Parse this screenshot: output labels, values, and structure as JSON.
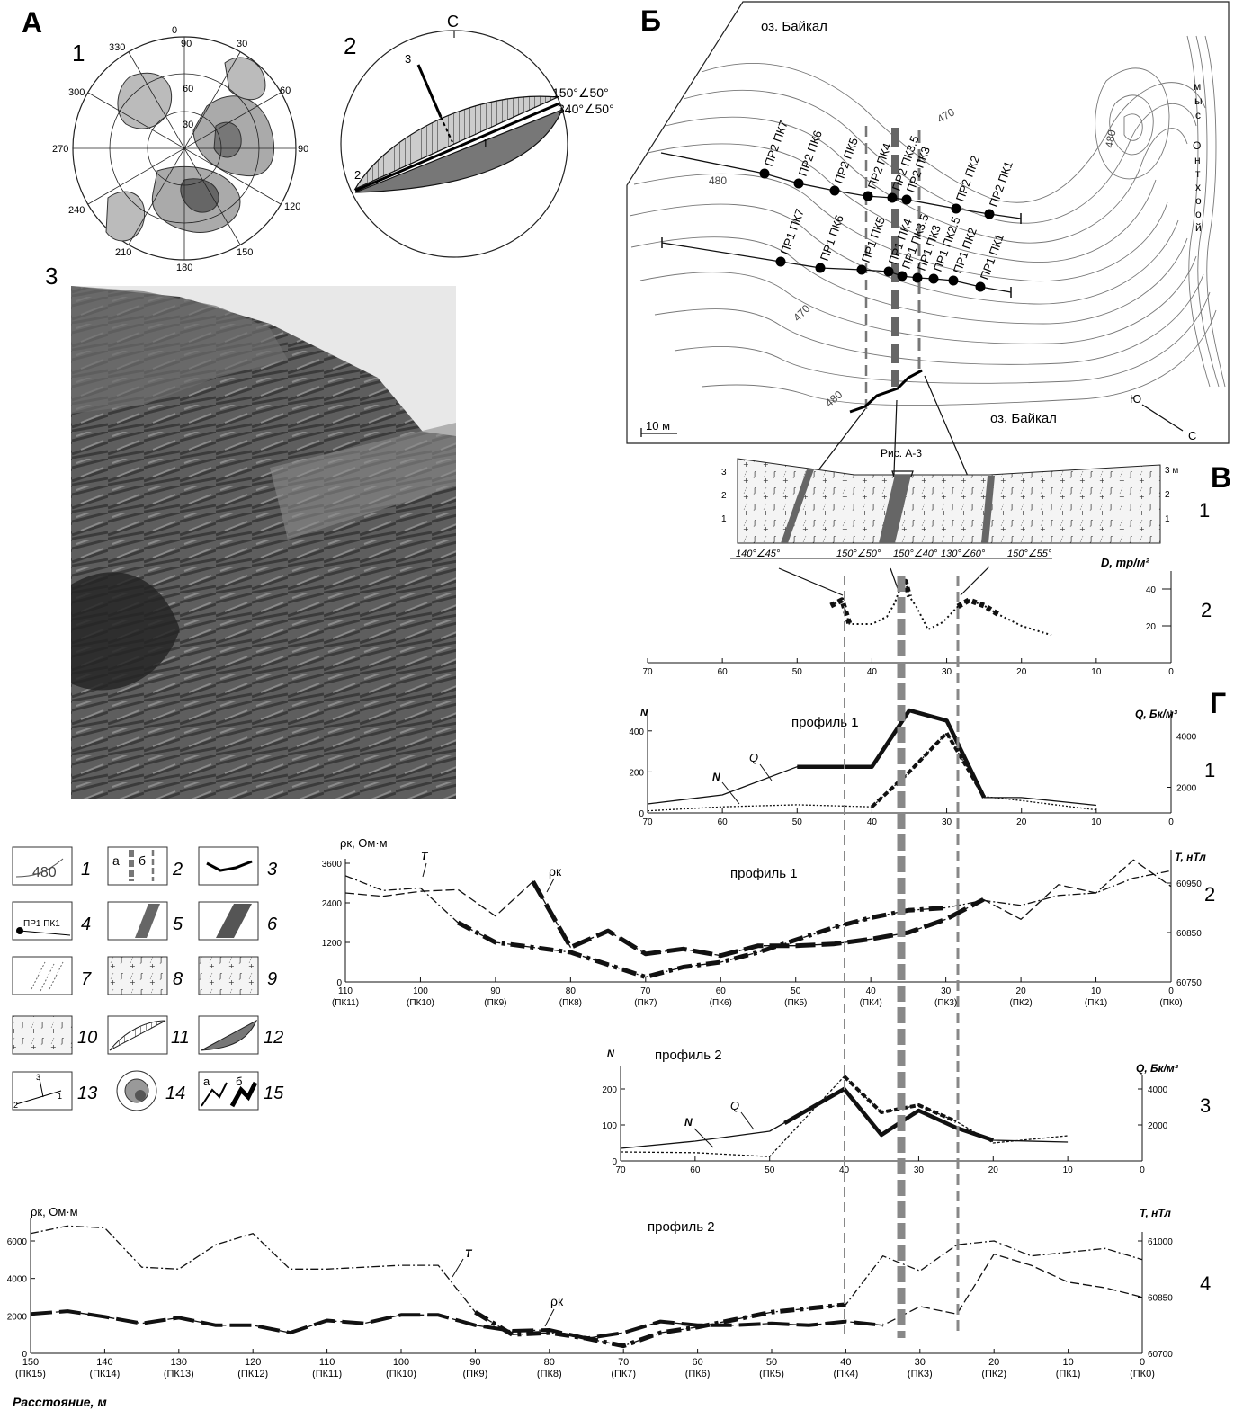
{
  "panel_letters": {
    "a": "А",
    "b": "Б",
    "v": "В",
    "g": "Г"
  },
  "sub_numbers": {
    "n1": "1",
    "n2": "2",
    "n3": "3",
    "n4": "4"
  },
  "rose": {
    "azimuths": [
      "0",
      "30",
      "60",
      "90",
      "120",
      "150",
      "180",
      "210",
      "240",
      "270",
      "300",
      "330"
    ],
    "dips": [
      "90",
      "60",
      "30"
    ]
  },
  "stereo": {
    "north": "С",
    "plane1": "150°∠50°",
    "plane2": "340°∠50°",
    "labels": [
      "1",
      "2",
      "3"
    ]
  },
  "map": {
    "lake_top": "оз. Байкал",
    "lake_bottom": "оз. Байкал",
    "cape": [
      "м",
      "ы",
      "с",
      "",
      "О",
      "н",
      "т",
      "х",
      "о",
      "о",
      "й"
    ],
    "contours": [
      "470",
      "480",
      "480",
      "470",
      "480"
    ],
    "scale": "10 м",
    "dir_s": "Ю",
    "dir_n": "С",
    "profile2_points": [
      "ПР2 ПК7",
      "ПР2 ПК6",
      "ПР2 ПК5",
      "ПР2 ПК4",
      "ПР2 ПК3.5",
      "ПР2 ПК3",
      "ПР2 ПК2",
      "ПР2 ПК1"
    ],
    "profile1_points": [
      "ПР1 ПК7",
      "ПР1 ПК6",
      "ПР1 ПК5",
      "ПР1 ПК4",
      "ПР1 ПК3.5",
      "ПР1 ПК3",
      "ПР1 ПК2.5",
      "ПР1 ПК2",
      "ПР1 ПК1"
    ]
  },
  "section": {
    "fig_ref": "Рис. А-3",
    "left_ticks": [
      "3",
      "2",
      "1"
    ],
    "right_ticks": [
      "3 м",
      "2",
      "1"
    ],
    "attitudes": [
      "140°∠45°",
      "150°∠50°",
      "150°∠40°",
      "130°∠60°",
      "150°∠55°"
    ]
  },
  "chart_data": [
    {
      "id": "V2",
      "type": "line",
      "ylabel": "D, тр/м²",
      "x_ticks": [
        "70",
        "60",
        "50",
        "40",
        "30",
        "20",
        "10",
        "0"
      ],
      "y_ticks": [
        "20",
        "40"
      ],
      "xlim": [
        70,
        0
      ],
      "ylim": [
        0,
        48
      ],
      "series": [
        {
          "x": [
            45.5,
            44,
            43,
            40,
            38,
            37,
            36.3,
            35.5,
            35,
            34,
            32.5,
            30.5,
            28.5,
            27,
            25,
            23,
            20,
            16
          ],
          "y": [
            31,
            34,
            21,
            21,
            25,
            32,
            39.5,
            44,
            36,
            30,
            18,
            22,
            30.5,
            34,
            31,
            26,
            20,
            15
          ]
        }
      ]
    },
    {
      "id": "G1",
      "type": "line",
      "title": "профиль 1",
      "ylabel_left": "N",
      "ylabel_right": "Q, Бк/м³",
      "x_ticks": [
        "70",
        "60",
        "50",
        "40",
        "30",
        "20",
        "10",
        "0"
      ],
      "yleft_ticks": [
        "0",
        "200",
        "400"
      ],
      "yright_ticks": [
        "2000",
        "4000"
      ],
      "xlim": [
        70,
        0
      ],
      "ylim": [
        0,
        500
      ],
      "y2lim": [
        1000,
        5000
      ],
      "series": [
        {
          "name": "Q",
          "x": [
            70,
            60,
            50,
            45,
            40,
            35,
            30,
            25,
            20,
            10
          ],
          "y": [
            1350,
            1700,
            2800,
            2800,
            2800,
            5000,
            4600,
            1600,
            1600,
            1300
          ]
        },
        {
          "name": "N",
          "x": [
            70,
            60,
            50,
            40,
            35,
            30,
            25,
            20,
            10
          ],
          "y": [
            10,
            30,
            40,
            30,
            200,
            390,
            80,
            60,
            15
          ]
        }
      ]
    },
    {
      "id": "G2",
      "type": "line",
      "title": "профиль 1",
      "ylabel_left": "ρк, Ом·м",
      "ylabel_right": "T, нТл",
      "x_ticks": [
        "110",
        "100",
        "90",
        "80",
        "70",
        "60",
        "50",
        "40",
        "30",
        "20",
        "10",
        "0"
      ],
      "x_ticks2": [
        "(ПК11)",
        "(ПК10)",
        "(ПК9)",
        "(ПК8)",
        "(ПК7)",
        "(ПК6)",
        "(ПК5)",
        "(ПК4)",
        "(ПК3)",
        "(ПК2)",
        "(ПК1)",
        "(ПК0)"
      ],
      "yleft_ticks": [
        "0",
        "1200",
        "2400",
        "3600"
      ],
      "yright_ticks": [
        "60750",
        "60850",
        "60950"
      ],
      "xlim": [
        110,
        0
      ],
      "ylim": [
        0,
        3600
      ],
      "y2lim": [
        60750,
        60990
      ],
      "series": [
        {
          "name": "T",
          "x": [
            110,
            105,
            100,
            95,
            90,
            80,
            70,
            65,
            60,
            55,
            50,
            45,
            40,
            35,
            30,
            25,
            20,
            15,
            10,
            5,
            0
          ],
          "y": [
            60965,
            60935,
            60940,
            60870,
            60830,
            60810,
            60760,
            60780,
            60790,
            60810,
            60835,
            60860,
            60880,
            60895,
            60900,
            60915,
            60905,
            60925,
            60930,
            60960,
            60975
          ]
        },
        {
          "name": "ρк",
          "x": [
            110,
            105,
            100,
            95,
            90,
            85,
            80,
            75,
            70,
            65,
            60,
            55,
            50,
            45,
            40,
            35,
            30,
            25,
            20,
            15,
            10,
            5,
            0
          ],
          "y": [
            2700,
            2600,
            2750,
            2800,
            2000,
            3050,
            1050,
            1550,
            850,
            1000,
            800,
            1100,
            1100,
            1150,
            1300,
            1500,
            1900,
            2500,
            1900,
            2950,
            2700,
            3700,
            2900
          ]
        }
      ]
    },
    {
      "id": "G3",
      "type": "line",
      "title": "профиль 2",
      "ylabel_left": "N",
      "ylabel_right": "Q, Бк/м³",
      "x_ticks": [
        "70",
        "60",
        "50",
        "40",
        "30",
        "20",
        "10",
        "0"
      ],
      "yleft_ticks": [
        "0",
        "100",
        "200"
      ],
      "yright_ticks": [
        "2000",
        "4000"
      ],
      "xlim": [
        70,
        0
      ],
      "ylim": [
        0,
        250
      ],
      "y2lim": [
        0,
        5000
      ],
      "series": [
        {
          "name": "Q",
          "x": [
            70,
            60,
            50,
            40,
            35,
            30,
            25,
            20,
            10
          ],
          "y": [
            700,
            1100,
            1650,
            4000,
            1450,
            2800,
            1850,
            1150,
            1050
          ]
        },
        {
          "name": "N",
          "x": [
            70,
            60,
            50,
            40,
            35,
            30,
            25,
            20,
            10
          ],
          "y": [
            25,
            23,
            12,
            235,
            135,
            155,
            110,
            50,
            70
          ]
        }
      ]
    },
    {
      "id": "G4",
      "type": "line",
      "title": "профиль 2",
      "ylabel_left": "ρк, Ом·м",
      "ylabel_right": "T, нТл",
      "x_ticks": [
        "150",
        "140",
        "130",
        "120",
        "110",
        "100",
        "90",
        "80",
        "70",
        "60",
        "50",
        "40",
        "30",
        "20",
        "10",
        "0"
      ],
      "x_ticks2": [
        "(ПК15)",
        "(ПК14)",
        "(ПК13)",
        "(ПК12)",
        "(ПК11)",
        "(ПК10)",
        "(ПК9)",
        "(ПК8)",
        "(ПК7)",
        "(ПК6)",
        "(ПК5)",
        "(ПК4)",
        "(ПК3)",
        "(ПК2)",
        "(ПК1)",
        "(ПК0)"
      ],
      "yleft_ticks": [
        "0",
        "2000",
        "4000",
        "6000"
      ],
      "yright_ticks": [
        "60700",
        "60850",
        "61000"
      ],
      "xlim": [
        150,
        0
      ],
      "ylim": [
        0,
        7000
      ],
      "y2lim": [
        60700,
        61050
      ],
      "x_axis_label": "Расстояние, м",
      "series": [
        {
          "name": "T",
          "x": [
            150,
            145,
            140,
            135,
            130,
            125,
            120,
            115,
            110,
            100,
            95,
            90,
            85,
            80,
            75,
            70,
            65,
            60,
            55,
            50,
            45,
            40,
            35,
            30,
            25,
            20,
            15,
            10,
            5,
            0
          ],
          "y": [
            61020,
            61040,
            61035,
            60930,
            60925,
            60990,
            61020,
            60925,
            60925,
            60935,
            60935,
            60810,
            60750,
            60755,
            60740,
            60720,
            60755,
            60770,
            60790,
            60810,
            60820,
            60830,
            60960,
            60920,
            60990,
            61000,
            60960,
            60970,
            60980,
            60950
          ]
        },
        {
          "name": "ρк",
          "x": [
            150,
            145,
            140,
            135,
            130,
            125,
            120,
            115,
            110,
            105,
            100,
            95,
            90,
            85,
            80,
            75,
            70,
            65,
            60,
            55,
            50,
            45,
            40,
            35,
            30,
            25,
            20,
            15,
            10,
            5,
            0
          ],
          "y": [
            2100,
            2250,
            1950,
            1600,
            1900,
            1500,
            1500,
            1100,
            1750,
            1600,
            2050,
            2050,
            1500,
            1200,
            1250,
            800,
            1100,
            1700,
            1500,
            1500,
            1600,
            1500,
            1700,
            1500,
            2500,
            2100,
            5300,
            4700,
            3800,
            3500,
            3000
          ]
        }
      ]
    }
  ],
  "series_labels": {
    "v2": "D, тр/м²",
    "q": "Q",
    "n": "N",
    "t": "T",
    "rho": "ρк"
  },
  "legend": {
    "items": [
      "1",
      "2",
      "3",
      "4",
      "5",
      "6",
      "7",
      "8",
      "9",
      "10",
      "11",
      "12",
      "13",
      "14",
      "15"
    ],
    "l1_text": "480",
    "l2_a": "а",
    "l2_b": "б",
    "l4_text": "ПР1 ПК1",
    "l13_nums": [
      "3",
      "2",
      "1"
    ],
    "l15_a": "а",
    "l15_b": "б"
  }
}
